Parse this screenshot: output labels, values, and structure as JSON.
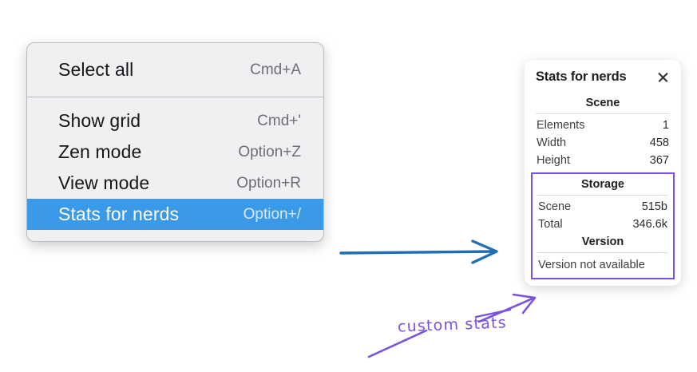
{
  "menu": {
    "sections": [
      {
        "items": [
          {
            "label": "Select all",
            "shortcut": "Cmd+A",
            "selected": false
          }
        ]
      },
      {
        "items": [
          {
            "label": "Show grid",
            "shortcut": "Cmd+'",
            "selected": false
          },
          {
            "label": "Zen mode",
            "shortcut": "Option+Z",
            "selected": false
          },
          {
            "label": "View mode",
            "shortcut": "Option+R",
            "selected": false
          },
          {
            "label": "Stats for nerds",
            "shortcut": "Option+/",
            "selected": true
          }
        ]
      }
    ],
    "highlight_color": "#3b9ae8"
  },
  "stats_panel": {
    "title": "Stats for nerds",
    "close_icon": "close-icon",
    "scene": {
      "heading": "Scene",
      "rows": [
        {
          "label": "Elements",
          "value": "1"
        },
        {
          "label": "Width",
          "value": "458"
        },
        {
          "label": "Height",
          "value": "367"
        }
      ]
    },
    "storage": {
      "heading": "Storage",
      "rows": [
        {
          "label": "Scene",
          "value": "515b"
        },
        {
          "label": "Total",
          "value": "346.6k"
        }
      ]
    },
    "version": {
      "heading": "Version",
      "text": "Version not available"
    },
    "highlight_border_color": "#7a52e1"
  },
  "annotations": {
    "custom_stats_label": "custom stats",
    "arrow_color_blue": "#1f6eb5",
    "arrow_color_purple": "#7a52e1"
  }
}
